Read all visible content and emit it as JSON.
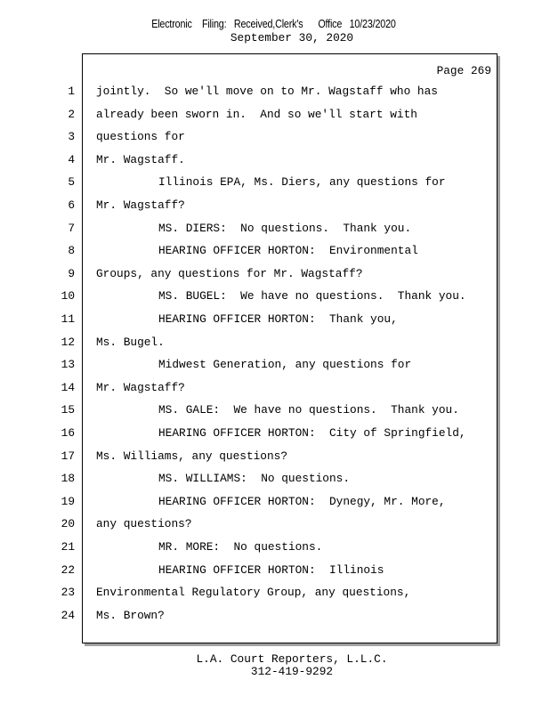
{
  "filing_stamp": "Electronic    Filing:   Received,Clerk's      Office   10/23/2020",
  "date": "September 30, 2020",
  "page_label": "Page 269",
  "lines": [
    {
      "n": "1",
      "text": "jointly.  So we'll move on to Mr. Wagstaff who has",
      "indent": false
    },
    {
      "n": "2",
      "text": "already been sworn in.  And so we'll start with",
      "indent": false
    },
    {
      "n": "3",
      "text": "questions for",
      "indent": false
    },
    {
      "n": "4",
      "text": "Mr. Wagstaff.",
      "indent": false
    },
    {
      "n": "5",
      "text": "Illinois EPA, Ms. Diers, any questions for",
      "indent": true
    },
    {
      "n": "6",
      "text": "Mr. Wagstaff?",
      "indent": false
    },
    {
      "n": "7",
      "text": "MS. DIERS:  No questions.  Thank you.",
      "indent": true
    },
    {
      "n": "8",
      "text": "HEARING OFFICER HORTON:  Environmental",
      "indent": true
    },
    {
      "n": "9",
      "text": "Groups, any questions for Mr. Wagstaff?",
      "indent": false
    },
    {
      "n": "10",
      "text": "MS. BUGEL:  We have no questions.  Thank you.",
      "indent": true
    },
    {
      "n": "11",
      "text": "HEARING OFFICER HORTON:  Thank you,",
      "indent": true
    },
    {
      "n": "12",
      "text": "Ms. Bugel.",
      "indent": false
    },
    {
      "n": "13",
      "text": "Midwest Generation, any questions for",
      "indent": true
    },
    {
      "n": "14",
      "text": "Mr. Wagstaff?",
      "indent": false
    },
    {
      "n": "15",
      "text": "MS. GALE:  We have no questions.  Thank you.",
      "indent": true
    },
    {
      "n": "16",
      "text": "HEARING OFFICER HORTON:  City of Springfield,",
      "indent": true
    },
    {
      "n": "17",
      "text": "Ms. Williams, any questions?",
      "indent": false
    },
    {
      "n": "18",
      "text": "MS. WILLIAMS:  No questions.",
      "indent": true
    },
    {
      "n": "19",
      "text": "HEARING OFFICER HORTON:  Dynegy, Mr. More,",
      "indent": true
    },
    {
      "n": "20",
      "text": "any questions?",
      "indent": false
    },
    {
      "n": "21",
      "text": "MR. MORE:  No questions.",
      "indent": true
    },
    {
      "n": "22",
      "text": "HEARING OFFICER HORTON:  Illinois",
      "indent": true
    },
    {
      "n": "23",
      "text": "Environmental Regulatory Group, any questions,",
      "indent": false
    },
    {
      "n": "24",
      "text": "Ms. Brown?",
      "indent": false
    }
  ],
  "footer": {
    "company": "L.A. Court Reporters, L.L.C.",
    "phone": "312-419-9292"
  }
}
